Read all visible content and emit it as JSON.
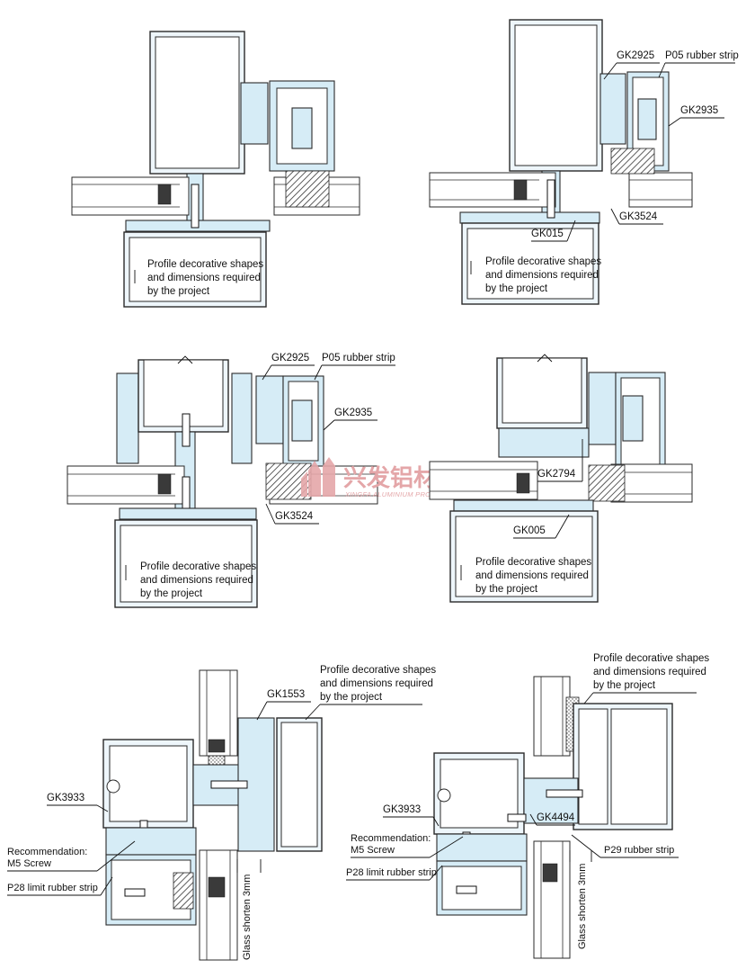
{
  "diagrams": [
    {
      "id": "d1",
      "labels": [
        {
          "text": "Profile decorative shapes"
        },
        {
          "text": "and dimensions required"
        },
        {
          "text": "by the project"
        }
      ]
    },
    {
      "id": "d2",
      "labels": [
        {
          "text": "GK2925"
        },
        {
          "text": "P05 rubber strip"
        },
        {
          "text": "GK2935"
        },
        {
          "text": "GK3524"
        },
        {
          "text": "GK015"
        },
        {
          "text": "Profile decorative shapes"
        },
        {
          "text": "and dimensions required"
        },
        {
          "text": "by the project"
        }
      ]
    },
    {
      "id": "d3",
      "labels": [
        {
          "text": "GK2925"
        },
        {
          "text": "P05 rubber strip"
        },
        {
          "text": "GK2935"
        },
        {
          "text": "GK3524"
        },
        {
          "text": "Profile decorative shapes"
        },
        {
          "text": "and dimensions required"
        },
        {
          "text": "by the project"
        }
      ]
    },
    {
      "id": "d4",
      "labels": [
        {
          "text": "GK2794"
        },
        {
          "text": "GK005"
        },
        {
          "text": "Profile decorative shapes"
        },
        {
          "text": "and dimensions required"
        },
        {
          "text": "by the project"
        }
      ]
    },
    {
      "id": "d5",
      "labels": [
        {
          "text": "Profile decorative shapes"
        },
        {
          "text": "and dimensions required"
        },
        {
          "text": "by the project"
        },
        {
          "text": "GK1553"
        },
        {
          "text": "GK3933"
        },
        {
          "text": "Recommendation:"
        },
        {
          "text": "M5 Screw"
        },
        {
          "text": "P28 limit rubber strip"
        },
        {
          "text": "Glass shorten 3mm"
        }
      ]
    },
    {
      "id": "d6",
      "labels": [
        {
          "text": "Profile decorative shapes"
        },
        {
          "text": "and dimensions required"
        },
        {
          "text": "by the project"
        },
        {
          "text": "GK3933"
        },
        {
          "text": "GK4494"
        },
        {
          "text": "Recommendation:"
        },
        {
          "text": "M5 Screw"
        },
        {
          "text": "P29 rubber strip"
        },
        {
          "text": "P28 limit rubber strip"
        },
        {
          "text": "Glass shorten 3mm"
        }
      ]
    }
  ],
  "watermark": {
    "brand_cn": "兴发铝材",
    "brand_en": "XINGFA ALUMINIUM PROFILES",
    "color": "#e4a6a8"
  },
  "colors": {
    "profile_fill": "#d6ecf6",
    "outline": "#2a2a2a"
  }
}
